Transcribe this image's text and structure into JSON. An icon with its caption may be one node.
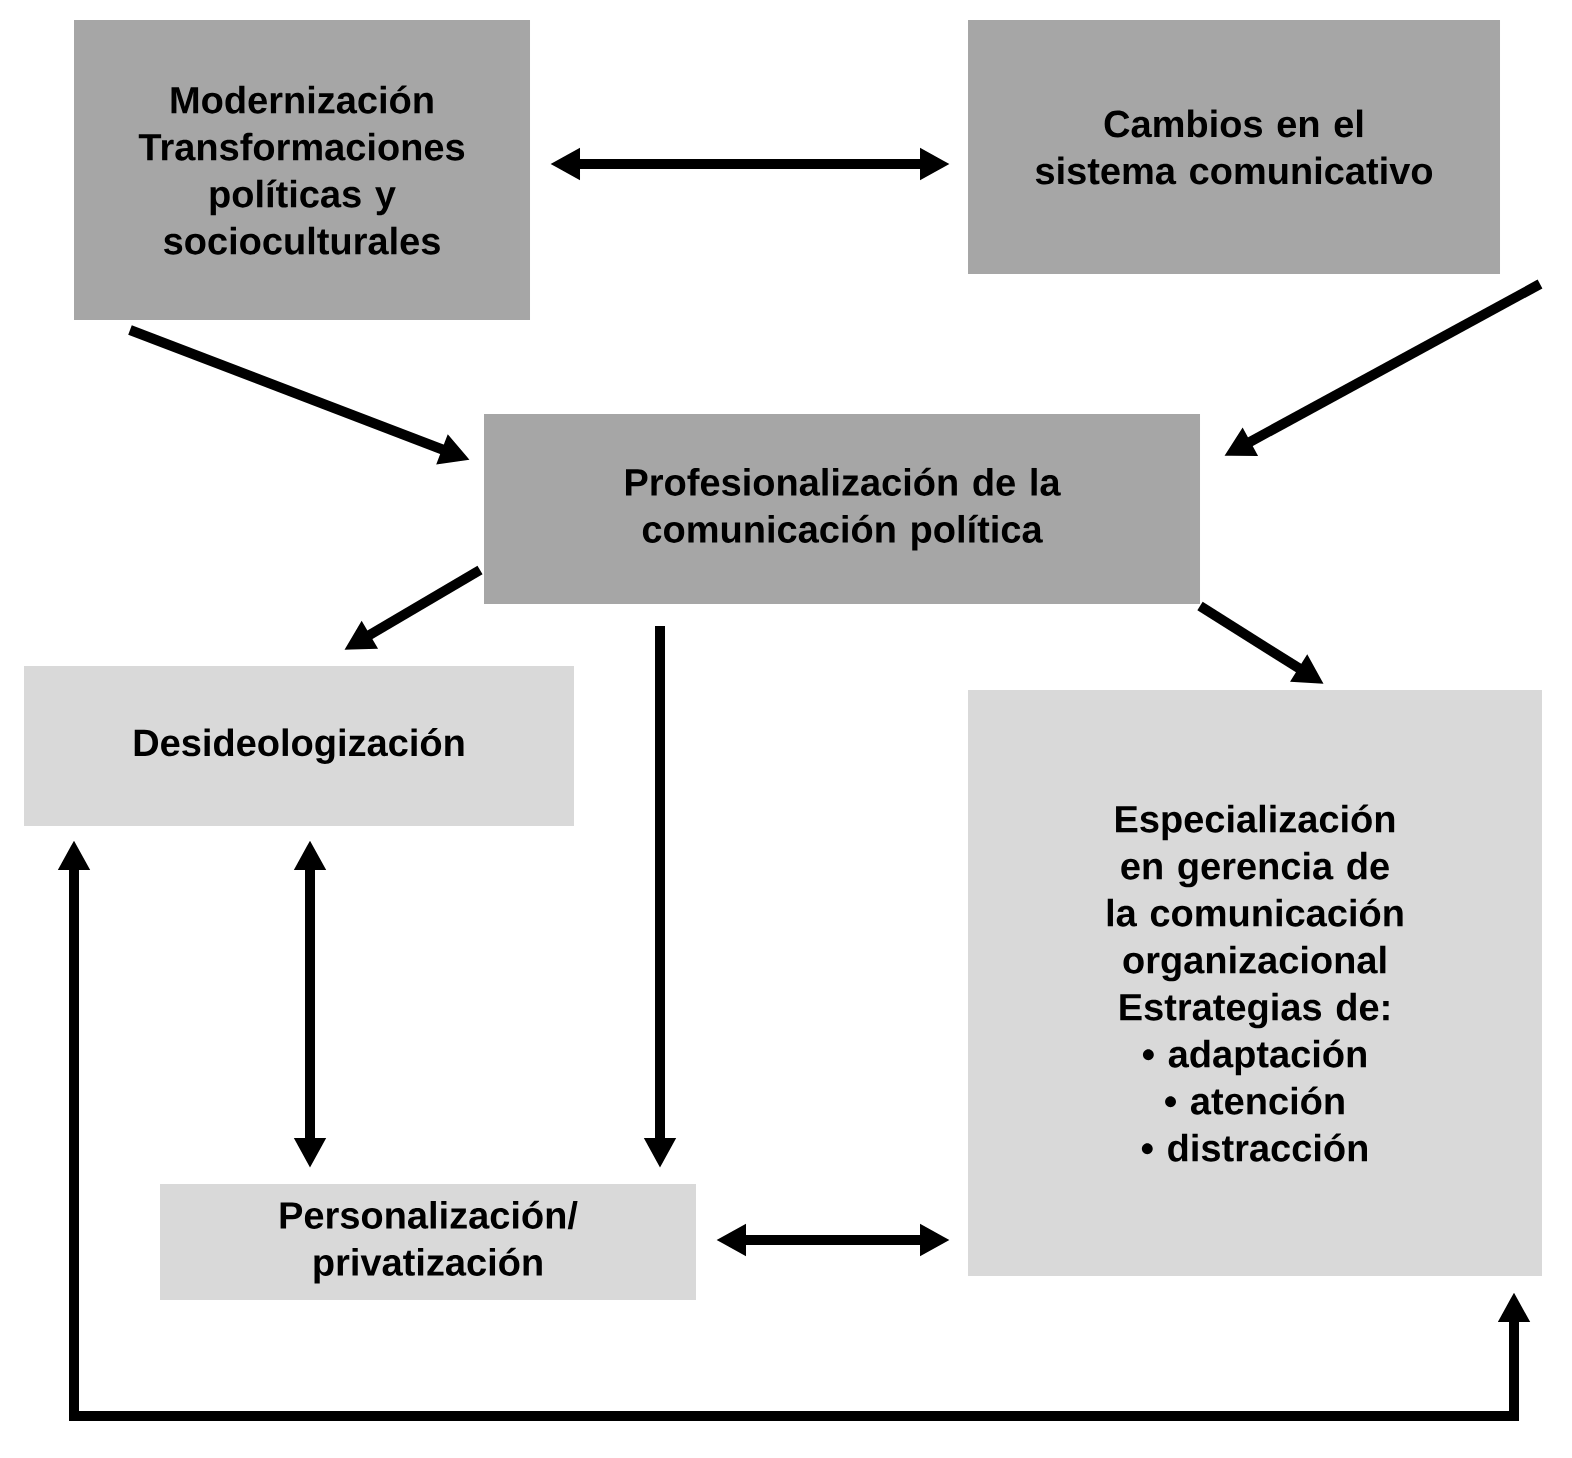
{
  "diagram": {
    "nodes": [
      {
        "text": [
          "Modernización",
          "Transformaciones políticas y socioculturales"
        ]
      },
      {
        "text": [
          "Cambios en el sistema comunicativo"
        ]
      },
      {
        "text": [
          "Profesionalización de la comunicación política"
        ]
      },
      {
        "text": [
          "Desideologización"
        ]
      },
      {
        "text": [
          "Especialización en gerencia de la comunicación organizacional",
          "Estrategias de:",
          "• adaptación",
          "• atención",
          "• distracción"
        ]
      },
      {
        "text": [
          "Personalización/ privatización"
        ]
      }
    ],
    "edges": [
      {
        "from": 0,
        "to": 1,
        "arrow": "both"
      },
      {
        "from": 0,
        "to": 2,
        "arrow": "to"
      },
      {
        "from": 1,
        "to": 2,
        "arrow": "to"
      },
      {
        "from": 2,
        "to": 3,
        "arrow": "to"
      },
      {
        "from": 2,
        "to": 5,
        "arrow": "to"
      },
      {
        "from": 2,
        "to": 4,
        "arrow": "to"
      },
      {
        "from": 3,
        "to": 5,
        "arrow": "both"
      },
      {
        "from": 5,
        "to": 4,
        "arrow": "both"
      },
      {
        "from": 3,
        "to": 4,
        "arrow": "both"
      }
    ]
  }
}
